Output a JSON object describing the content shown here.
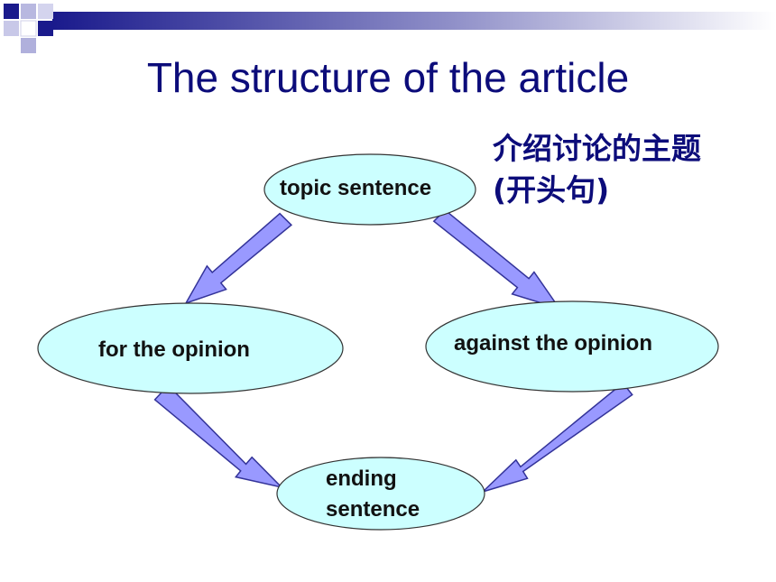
{
  "slide": {
    "title": "The structure of the article",
    "note_line1": "介绍讨论的主题",
    "note_line2": "(开头句)"
  },
  "nodes": {
    "topic": "topic sentence",
    "for": "for the opinion",
    "against": "against the opinion",
    "ending_line1": "ending",
    "ending_line2": "sentence"
  },
  "colors": {
    "title": "#0c0c7a",
    "node_fill": "#ccffff",
    "arrow_fill": "#9999ff",
    "accent_navy": "#1a1a8c"
  },
  "icons": {
    "top_left_decoration": "checker-squares-icon"
  }
}
